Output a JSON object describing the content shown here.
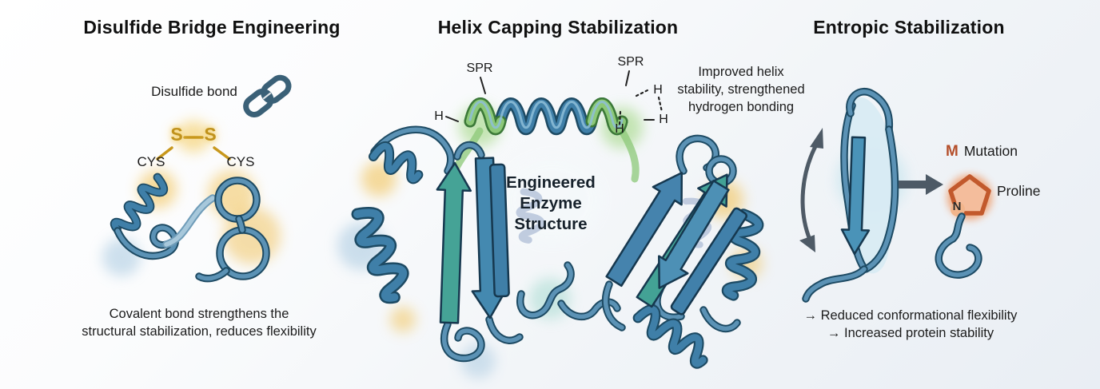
{
  "panel_disulfide": {
    "title": "Disulfide Bridge Engineering",
    "bond_label": "Disulfide bond",
    "sulfur_left": "S",
    "sulfur_right": "S",
    "cys_left": "CYS",
    "cys_right": "CYS",
    "caption_lines": [
      "Covalent bond strengthens the",
      "structural stabilization, reduces flexibility"
    ]
  },
  "panel_helix": {
    "title": "Helix Capping Stabilization",
    "spr_left": "SPR",
    "spr_right": "SPR",
    "h_labels": [
      "H",
      "H",
      "H",
      "H"
    ],
    "note_lines": [
      "Improved helix",
      "stability, strengthened",
      "hydrogen bonding"
    ],
    "center_lines": [
      "Engineered",
      "Enzyme",
      "Structure"
    ]
  },
  "panel_entropic": {
    "title": "Entropic Stabilization",
    "mutation_m": "M",
    "mutation_label": "Mutation",
    "proline_label": "Proline",
    "nitrogen_label": "N",
    "caption_lines": [
      "→ Reduced conformational flexibility",
      "→ Increased protein stability"
    ]
  },
  "colors": {
    "ribbon_blue": "#3f7fa8",
    "ribbon_outline": "#1d4a63",
    "teal": "#43a295",
    "cap_green": "#8cc878",
    "sulfur_gold": "#c8981d",
    "amber_glow": "#f2c45c",
    "proline_rust": "#c2592c",
    "mutation_red": "#b44e2a",
    "arrow_gray": "#4d5a66"
  }
}
